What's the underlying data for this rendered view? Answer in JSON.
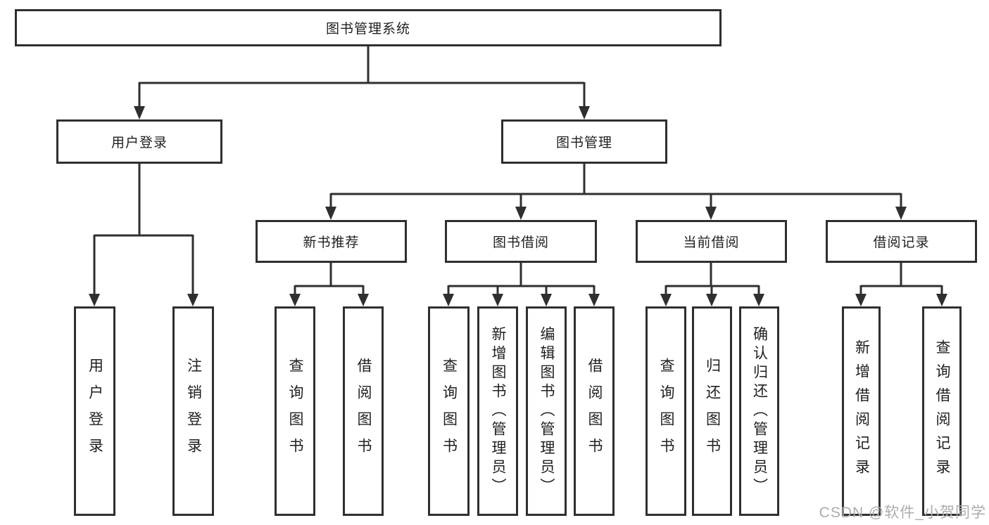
{
  "tree": {
    "title": "图书管理系统",
    "branches": [
      {
        "label": "用户登录",
        "leaves": [
          "用户登录",
          "注销登录"
        ]
      },
      {
        "label": "图书管理",
        "groups": [
          {
            "label": "新书推荐",
            "leaves": [
              "查询图书",
              "借阅图书"
            ]
          },
          {
            "label": "图书借阅",
            "leaves": [
              "查询图书",
              "新增图书（管理员）",
              "编辑图书（管理员）",
              "借阅图书"
            ]
          },
          {
            "label": "当前借阅",
            "leaves": [
              "查询图书",
              "归还图书",
              "确认归还（管理员）"
            ]
          },
          {
            "label": "借阅记录",
            "leaves": [
              "新增借阅记录",
              "查询借阅记录"
            ]
          }
        ]
      }
    ]
  },
  "watermark": {
    "text": "CSDN @软件_小贺同学"
  },
  "colors": {
    "line": "#2f2f2f",
    "text": "#1f1f1f",
    "watermark": "#a9adb0",
    "background": "#ffffff"
  }
}
